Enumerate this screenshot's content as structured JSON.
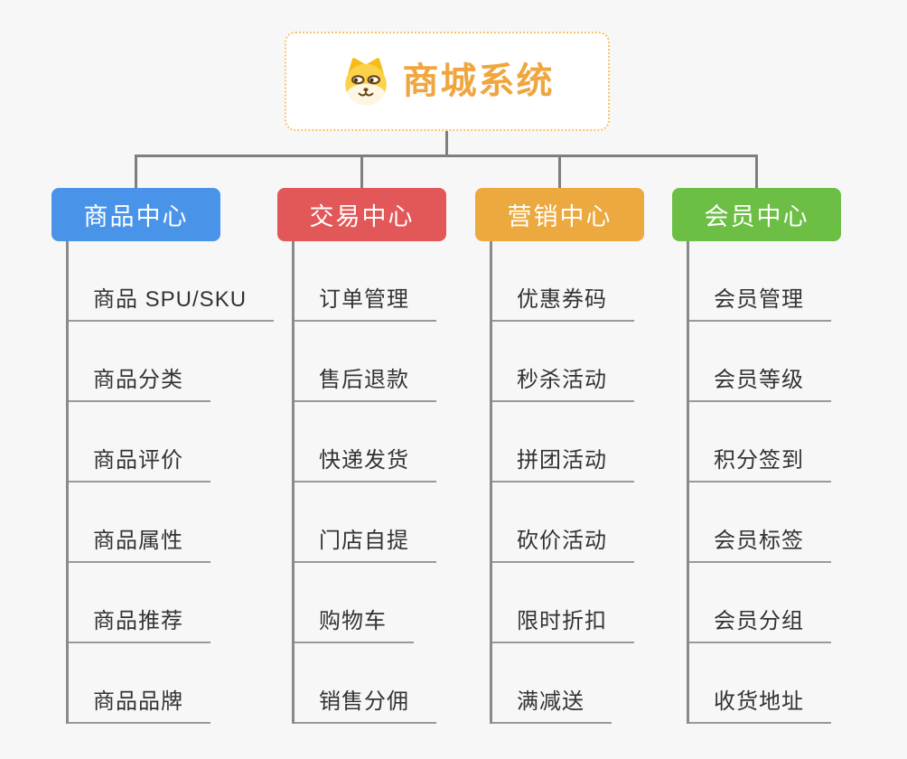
{
  "page": {
    "background_color": "#f7f7f7",
    "connector_color": "#7f7f7f"
  },
  "root": {
    "title": "商城系统",
    "icon": "dog-face-icon",
    "title_color": "#f0a63e",
    "border_color": "#f5c36b"
  },
  "branches": [
    {
      "label": "商品中心",
      "color": "#4994e8",
      "items": [
        "商品 SPU/SKU",
        "商品分类",
        "商品评价",
        "商品属性",
        "商品推荐",
        "商品品牌"
      ]
    },
    {
      "label": "交易中心",
      "color": "#e25858",
      "items": [
        "订单管理",
        "售后退款",
        "快递发货",
        "门店自提",
        "购物车",
        "销售分佣"
      ]
    },
    {
      "label": "营销中心",
      "color": "#eba93f",
      "items": [
        "优惠券码",
        "秒杀活动",
        "拼团活动",
        "砍价活动",
        "限时折扣",
        "满减送"
      ]
    },
    {
      "label": "会员中心",
      "color": "#6cbe45",
      "items": [
        "会员管理",
        "会员等级",
        "积分签到",
        "会员标签",
        "会员分组",
        "收货地址"
      ]
    }
  ]
}
